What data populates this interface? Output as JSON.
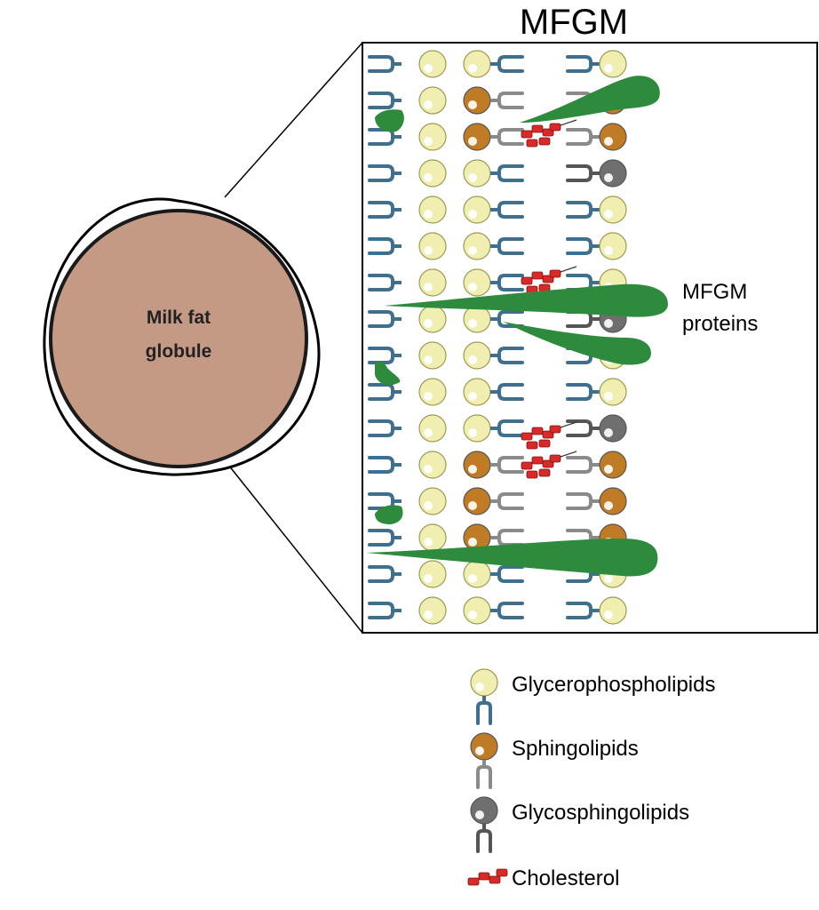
{
  "title": "MFGM",
  "globule_label_line1": "Milk fat",
  "globule_label_line2": "globule",
  "protein_label_line1": "MFGM",
  "protein_label_line2": "proteins",
  "legend": [
    {
      "key": "glycerophospholipids",
      "label": "Glycerophospholipids"
    },
    {
      "key": "sphingolipids",
      "label": "Sphingolipids"
    },
    {
      "key": "glycosphingolipids",
      "label": "Glycosphingolipids"
    },
    {
      "key": "cholesterol",
      "label": "Cholesterol"
    }
  ],
  "colors": {
    "globule_fill": "#c49a85",
    "glycerophospholipid_head": "#f1eeb2",
    "glycerophospholipid_tail": "#3f6f8c",
    "sphingolipid_head": "#c07b26",
    "sphingolipid_tail": "#8a8a8a",
    "glycosphingolipid_head": "#6f6f6f",
    "glycosphingolipid_tail": "#555555",
    "cholesterol": "#d92a2a",
    "protein": "#2e8b3e"
  },
  "membrane": {
    "rows": 16,
    "outer_left_types": [
      "gp",
      "gp",
      "gp",
      "gp",
      "gp",
      "gp",
      "gp",
      "gp",
      "gp",
      "gp",
      "gp",
      "gp",
      "gp",
      "gp",
      "gp",
      "gp"
    ],
    "inner_left_types": [
      "gp",
      "sp",
      "sp",
      "gp",
      "gp",
      "gp",
      "gp",
      "gp",
      "gp",
      "gp",
      "gp",
      "sp",
      "sp",
      "sp",
      "gp",
      "gp"
    ],
    "inner_right_types": [
      "gp",
      "sp",
      "sp",
      "gsp",
      "gp",
      "gp",
      "gp",
      "gsp",
      "gp",
      "gp",
      "gsp",
      "sp",
      "sp",
      "sp",
      "gp",
      "gp"
    ]
  }
}
